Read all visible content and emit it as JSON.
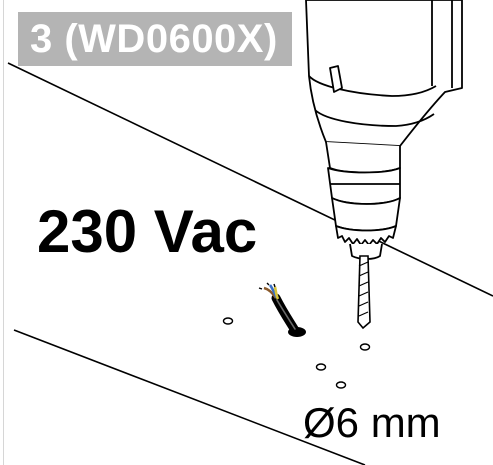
{
  "step_badge": {
    "text": "3 (WD0600X)"
  },
  "voltage": {
    "text": "230 Vac"
  },
  "hole": {
    "diameter_text": "Ø6 mm"
  },
  "colors": {
    "badge_background": "#b4b4b4",
    "badge_text": "#ffffff",
    "line_art": "#000000",
    "wire_brown": "#8a5a2b",
    "wire_blue": "#3a6fc4",
    "wire_yellow_green": "#d8c43a"
  },
  "icons": [
    "drill-icon",
    "drill-bit-icon",
    "cable-icon",
    "hole-icon"
  ]
}
